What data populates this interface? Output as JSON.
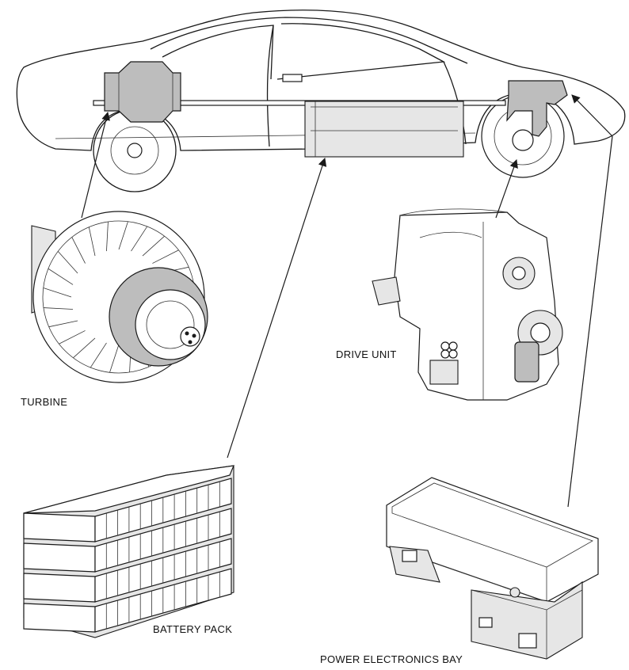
{
  "labels": {
    "turbine": "TURBINE",
    "drive_unit": "DRIVE UNIT",
    "battery_pack": "BATTERY PACK",
    "power_electronics_bay": "POWER ELECTRONICS BAY"
  }
}
